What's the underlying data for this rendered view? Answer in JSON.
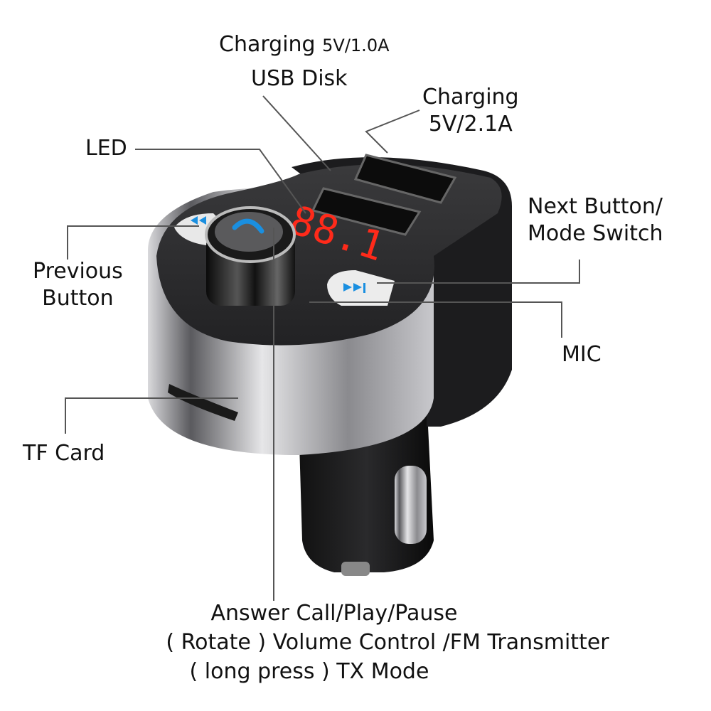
{
  "labels": {
    "usb_disk_charging": {
      "prefix": "Charging",
      "value": "5V/1.0A",
      "line2": "USB Disk"
    },
    "charging_port": {
      "line1": "Charging",
      "line2": "5V/2.1A"
    },
    "led": "LED",
    "next_button": {
      "line1": "Next Button/",
      "line2": "Mode Switch"
    },
    "previous_button": {
      "line1": "Previous",
      "line2": "Button"
    },
    "mic": "MIC",
    "tf_card": "TF Card",
    "knob": {
      "line1": "Answer Call/Play/Pause",
      "line2": "( Rotate )  Volume Control /FM Transmitter",
      "line3": "( long press ) TX Mode"
    }
  },
  "device": {
    "led_display": "88.1",
    "colors": {
      "led": "#ff2a1a",
      "button_icon": "#1a8fe0",
      "body": "#2a2a2c",
      "metal": "#b8b8bc"
    }
  }
}
